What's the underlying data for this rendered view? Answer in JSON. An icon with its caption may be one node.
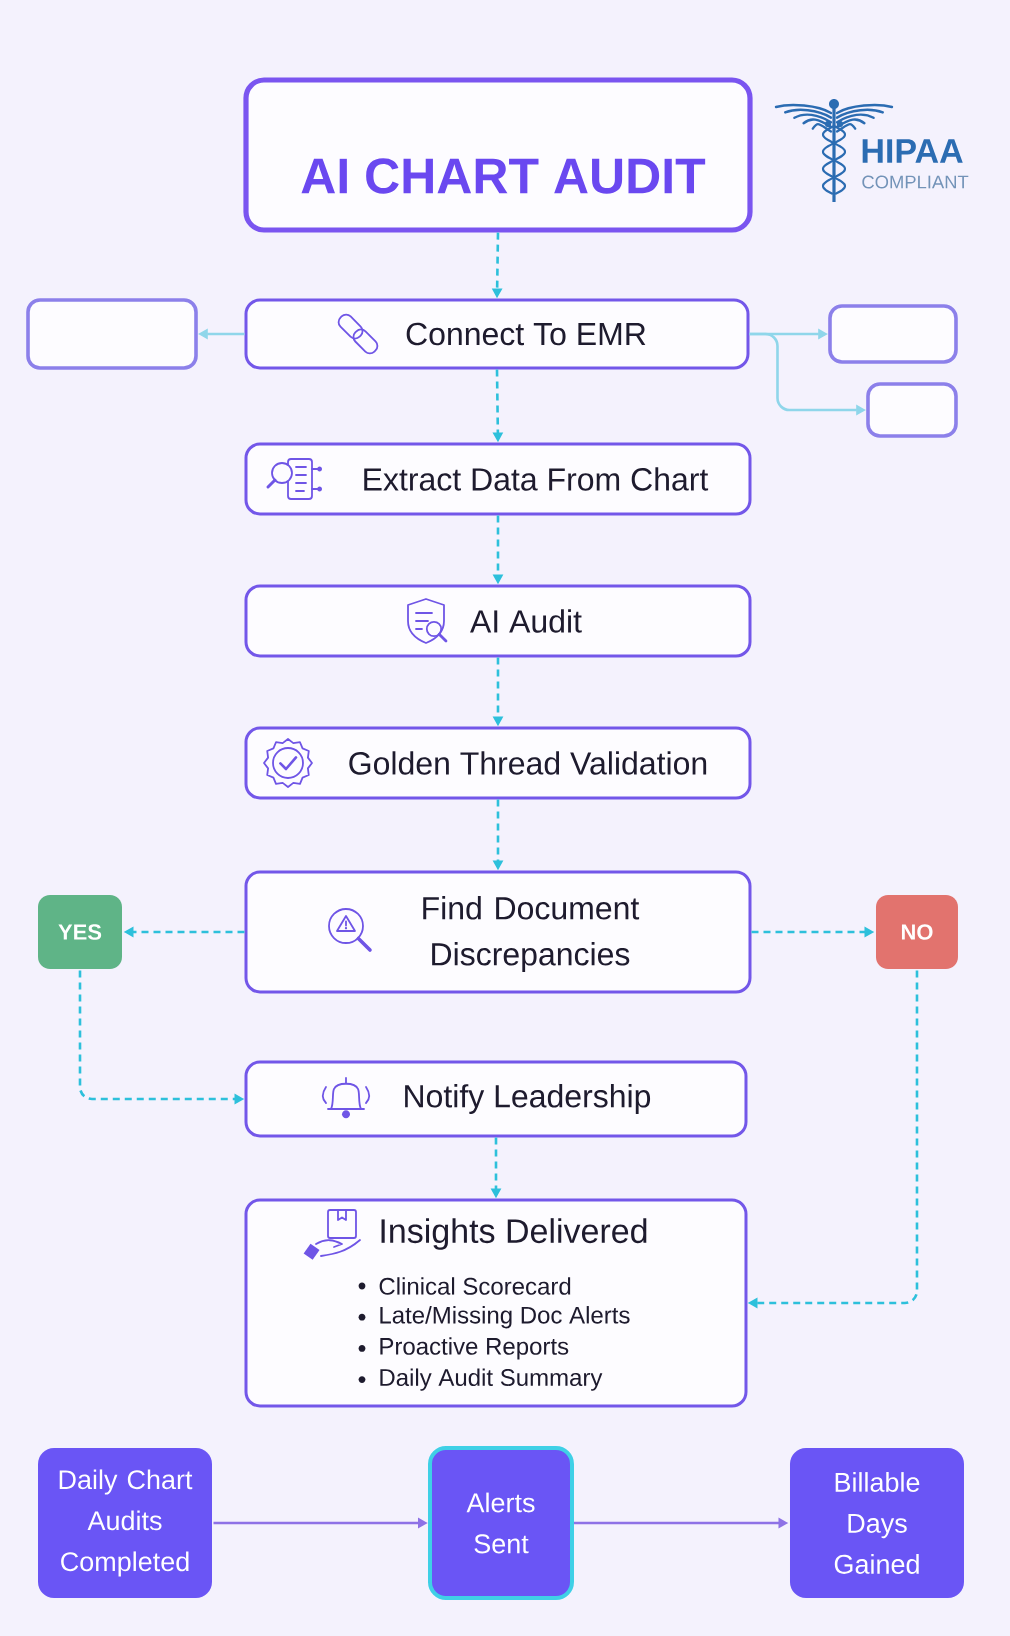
{
  "diagram": {
    "nodes": [
      {
        "text": [
          "AI CHART AUDIT"
        ]
      },
      {
        "text": [],
        "shape": "box"
      },
      {
        "text": [
          "Connect To EMR"
        ]
      },
      {
        "text": [],
        "shape": "box"
      },
      {
        "text": [],
        "shape": "box"
      },
      {
        "text": [
          "Extract Data From Chart"
        ]
      },
      {
        "text": [
          "AI Audit"
        ]
      },
      {
        "text": [
          "Golden Thread Validation"
        ]
      },
      {
        "text": [
          "YES"
        ]
      },
      {
        "text": [
          "Find Document Discrepancies"
        ]
      },
      {
        "text": [
          "NO"
        ]
      },
      {
        "text": [
          "Notify Leadership"
        ]
      },
      {
        "text": [
          "Insights Delivered",
          "Clinical Scorecard",
          "Late/Missing Doc Alerts",
          "Proactive Reports",
          "Daily Audit Summary"
        ]
      },
      {
        "text": [
          "Daily Chart Audits Completed"
        ]
      },
      {
        "text": [
          "Alerts Sent"
        ]
      },
      {
        "text": [
          "Billable Days Gained"
        ]
      }
    ],
    "edges": [
      {
        "from": 0,
        "to": 2,
        "arrow": "to",
        "style": "dashed"
      },
      {
        "from": 2,
        "to": 1,
        "arrow": "to",
        "color": "#8fd6ea"
      },
      {
        "from": 2,
        "to": 3,
        "arrow": "to",
        "color": "#8fd6ea"
      },
      {
        "from": 2,
        "to": 4,
        "arrow": "to",
        "color": "#8fd6ea"
      },
      {
        "from": 2,
        "to": 5,
        "arrow": "to",
        "style": "dashed"
      },
      {
        "from": 5,
        "to": 6,
        "arrow": "to",
        "style": "dashed"
      },
      {
        "from": 6,
        "to": 7,
        "arrow": "to",
        "style": "dashed"
      },
      {
        "from": 7,
        "to": 9,
        "arrow": "to",
        "style": "dashed"
      },
      {
        "from": 9,
        "to": 8,
        "arrow": "to",
        "style": "dashed"
      },
      {
        "from": 9,
        "to": 10,
        "arrow": "to",
        "style": "dashed"
      },
      {
        "from": 8,
        "to": 11,
        "arrow": "to",
        "style": "dashed"
      },
      {
        "from": 10,
        "to": 12,
        "arrow": "to",
        "style": "dashed"
      },
      {
        "from": 11,
        "to": 12,
        "arrow": "to",
        "style": "dashed"
      },
      {
        "from": 13,
        "to": 14,
        "arrow": "to",
        "color": "#8e72e6"
      },
      {
        "from": 14,
        "to": 15,
        "arrow": "to",
        "color": "#8e72e6"
      }
    ],
    "labels": [
      "HIPAA",
      "COMPLIANT"
    ]
  }
}
